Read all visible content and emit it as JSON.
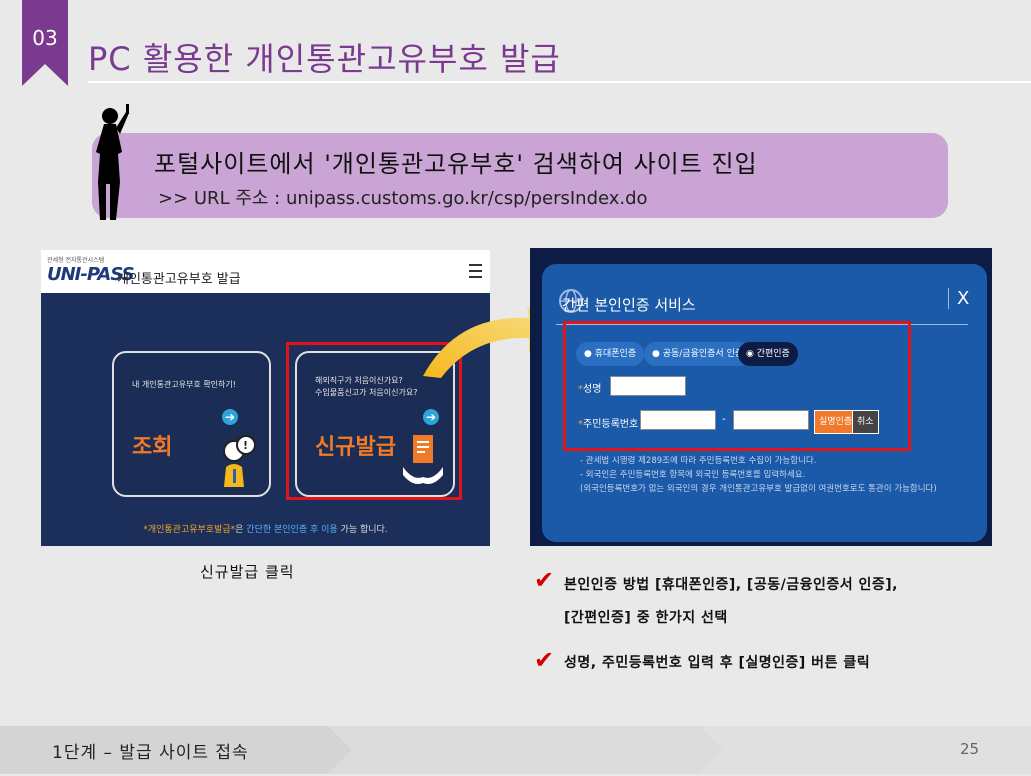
{
  "header": {
    "section_number": "03",
    "title": "PC 활용한  개인통관고유부호  발급"
  },
  "callout": {
    "heading": "포털사이트에서 '개인통관고유부호' 검색하여 사이트 진입",
    "url_line": ">> URL 주소 : unipass.customs.go.kr/csp/persIndex.do"
  },
  "left_screen": {
    "logo_small": "관세청 전자통관시스템",
    "logo_main": "UNI-PASS",
    "title": "개인통관고유부호 발급",
    "card1_text": "내 개인통관고유부호 확인하기!",
    "card1_big": "조회",
    "card2_text": "해외직구가 처음이신가요?\n수입물품신고가 처음이신가요?",
    "card2_big": "신규발급",
    "footer_part1": "*개인통관고유부호발급*",
    "footer_part2": "은 ",
    "footer_part3": "간단한 본인인증 후 이용",
    "footer_part4": " 가능 합니다.",
    "caption": "신규발급  클릭"
  },
  "right_screen": {
    "modal_title": "간편 본인인증 서비스",
    "close": "X",
    "radio_options": [
      "휴대폰인증",
      "공동/금융인증서 인증",
      "간편인증"
    ],
    "selected_option": "간편인증",
    "name_label": "성명",
    "rrn_label": "주민등록번호",
    "dash": "-",
    "verify_button": "실명인증",
    "cancel_button": "취소",
    "notes": [
      "- 관세법 시행령 제289조에 따라 주민등록번호 수집이 가능합니다.",
      "- 외국인은 주민등록번호 항목에 외국인 등록번호를 입력하세요.",
      "(외국인등록번호가 없는 외국인의 경우 개인통관고유부호 발급없이 여권번호로도 통관이 가능합니다)"
    ]
  },
  "bullets": {
    "b1_line1": "본인인증 방법 [휴대폰인증], [공동/금융인증서 인증],",
    "b1_line2": "[간편인증] 중 한가지 선택",
    "b2": "성명, 주민등록번호 입력 후 [실명인증] 버튼 클릭"
  },
  "footer": {
    "step": "1단계 – 발급 사이트 접속",
    "page": "25"
  },
  "colors": {
    "accent_purple": "#7a3a8f",
    "callout_lavender": "#c9a4d4",
    "highlight_red": "#e0141b",
    "arrow_yellow": "#f5b81c"
  }
}
